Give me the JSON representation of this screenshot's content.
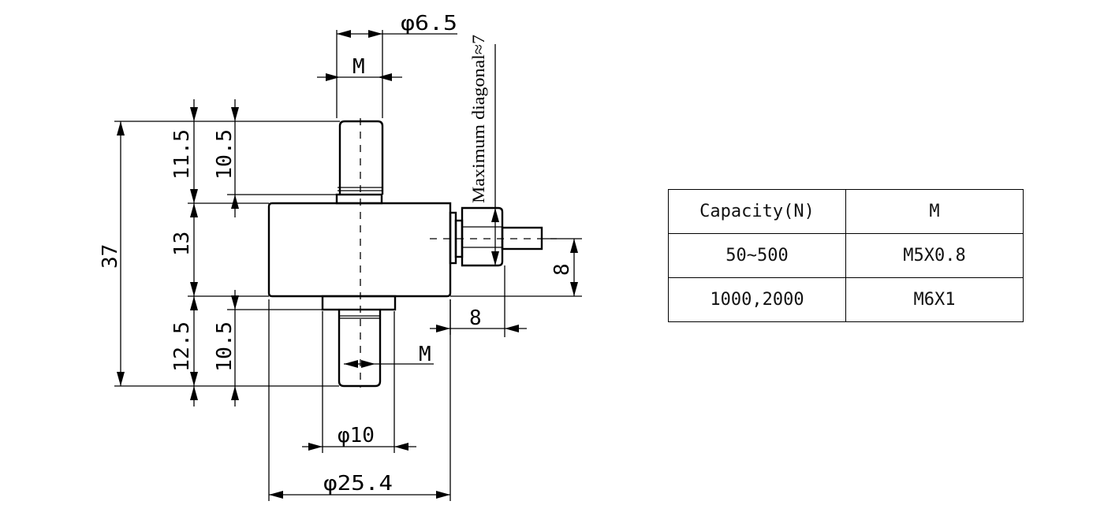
{
  "dimensions": {
    "thread_outer_dia": "φ6.5",
    "thread_label_top": "M",
    "thread_label_bottom": "M",
    "max_diagonal": "Maximum diagonal≈7",
    "top_length": "11.5",
    "top_thread": "10.5",
    "body_height": "13",
    "total_height": "37",
    "bottom_length": "12.5",
    "bottom_thread": "10.5",
    "side_offset": "8",
    "side_width": "8",
    "boss_dia": "φ10",
    "body_dia": "φ25.4"
  },
  "table": {
    "headers": [
      "Capacity(N)",
      "M"
    ],
    "rows": [
      [
        "50~500",
        "M5X0.8"
      ],
      [
        "1000,2000",
        "M6X1"
      ]
    ]
  }
}
